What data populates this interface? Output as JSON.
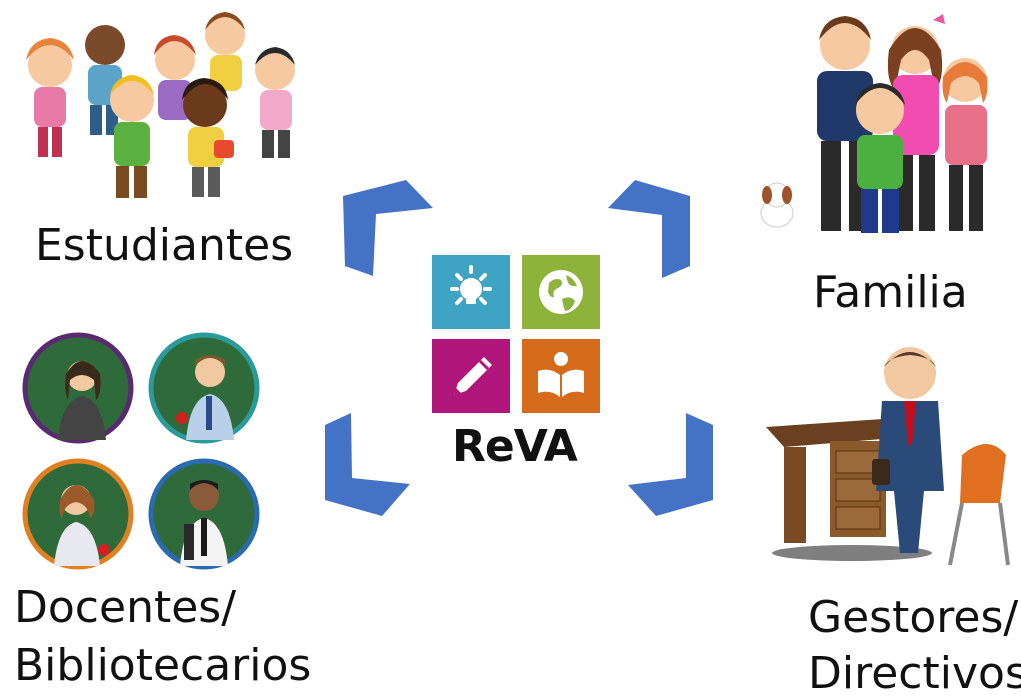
{
  "center": {
    "logo_title": "ReVA",
    "tiles": [
      {
        "icon": "lightbulb-icon",
        "color": "#3FA3C4"
      },
      {
        "icon": "globe-icon",
        "color": "#8DB33A"
      },
      {
        "icon": "pencil-icon",
        "color": "#B0157A"
      },
      {
        "icon": "open-book-icon",
        "color": "#D46A1A"
      }
    ]
  },
  "groups": {
    "students": {
      "label": "Estudiantes"
    },
    "family": {
      "label": "Familia"
    },
    "teachers": {
      "label_line1": "Docentes/",
      "label_line2": "Bibliotecarios"
    },
    "managers": {
      "label_line1": "Gestores/",
      "label_line2": "Directivos"
    }
  },
  "colors": {
    "arrow": "#4472C4",
    "arrow_dark": "#3A62AE"
  }
}
